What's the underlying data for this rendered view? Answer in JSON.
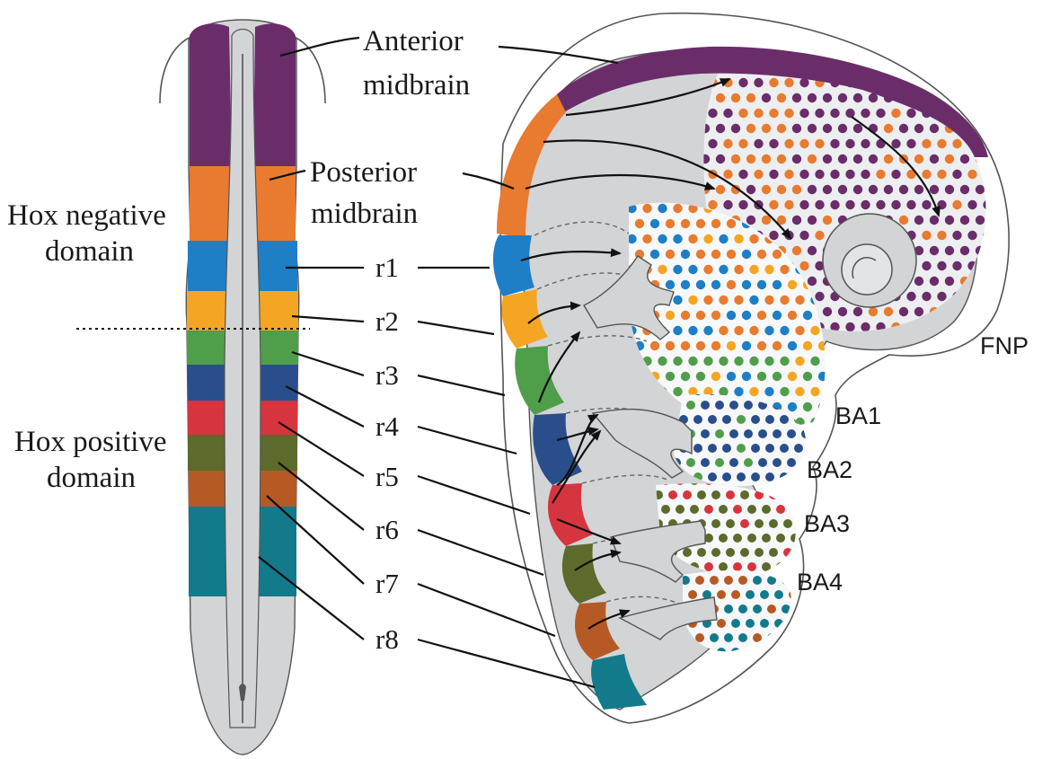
{
  "colors": {
    "anterior_midbrain": "#6b2c6a",
    "posterior_midbrain": "#e87b2f",
    "r1": "#1e7fc6",
    "r2": "#f4a623",
    "r3": "#4f9e4a",
    "r4": "#2a4e8c",
    "r5": "#d6353f",
    "r6": "#5c6a2b",
    "r7": "#b55a25",
    "r8": "#137a8c",
    "tissue": "#d3d4d6"
  },
  "labels": {
    "anterior_line1": "Anterior",
    "anterior_line2": "midbrain",
    "posterior_line1": "Posterior",
    "posterior_line2": "midbrain",
    "hox_neg_line1": "Hox negative",
    "hox_neg_line2": "domain",
    "hox_pos_line1": "Hox positive",
    "hox_pos_line2": "domain",
    "rhombomeres": [
      "r1",
      "r2",
      "r3",
      "r4",
      "r5",
      "r6",
      "r7",
      "r8"
    ],
    "fnp": "FNP",
    "ba1": "BA1",
    "ba2": "BA2",
    "ba3": "BA3",
    "ba4": "BA4"
  }
}
